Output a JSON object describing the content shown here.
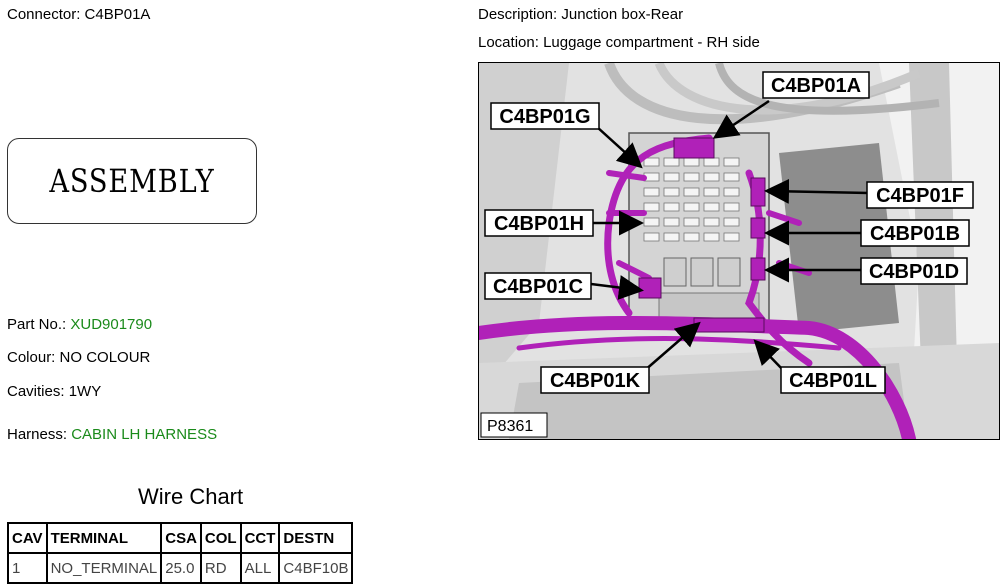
{
  "connector": {
    "label": "Connector:",
    "value": "C4BP01A"
  },
  "description": {
    "label": "Description:",
    "value": "Junction box-Rear"
  },
  "location": {
    "label": "Location:",
    "value": "Luggage compartment - RH side"
  },
  "assembly_text": "ASSEMBLY",
  "part_no": {
    "label": "Part No.:",
    "value": "XUD901790"
  },
  "colour": {
    "label": "Colour:",
    "value": "NO COLOUR"
  },
  "cavities": {
    "label": "Cavities:",
    "value": "1WY"
  },
  "harness": {
    "label": "Harness:",
    "value": "CABIN LH HARNESS"
  },
  "wire_chart": {
    "title": "Wire Chart",
    "headers": [
      "CAV",
      "TERMINAL",
      "CSA",
      "COL",
      "CCT",
      "DESTN"
    ],
    "rows": [
      [
        "1",
        "NO_TERMINAL",
        "25.0",
        "RD",
        "ALL",
        "C4BF10B"
      ]
    ]
  },
  "image": {
    "ref": "P8361",
    "callouts": {
      "a": "C4BP01A",
      "g": "C4BP01G",
      "f": "C4BP01F",
      "h": "C4BP01H",
      "b": "C4BP01B",
      "d": "C4BP01D",
      "c": "C4BP01C",
      "k": "C4BP01K",
      "l": "C4BP01L"
    }
  },
  "colors": {
    "link_green": "#1a8a1a",
    "harness_magenta": "#b021b8"
  }
}
